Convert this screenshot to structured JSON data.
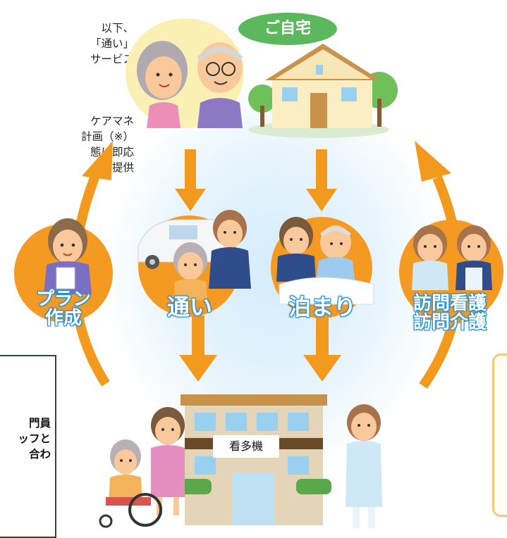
{
  "intro_text": {
    "paragraph1": [
      "以下、",
      "「通い」",
      "サービス"
    ],
    "paragraph2": [
      "ケアマネ",
      "計画（※）",
      "態に即応",
      "て提供"
    ]
  },
  "home": {
    "badge": "ご自宅"
  },
  "services": [
    {
      "label": "プラン\n作成"
    },
    {
      "label": "通い"
    },
    {
      "label": "泊まり"
    },
    {
      "label": "訪問看護\n訪問介護"
    }
  ],
  "facility": {
    "sign": "看多機"
  },
  "left_box_text": [
    "門員",
    "ッフと",
    "合わ"
  ],
  "colors": {
    "arrow": "#f29a1e",
    "circle": "#f49a22",
    "badge": "#5cb85c",
    "label_outline": "#1d8ed8"
  }
}
